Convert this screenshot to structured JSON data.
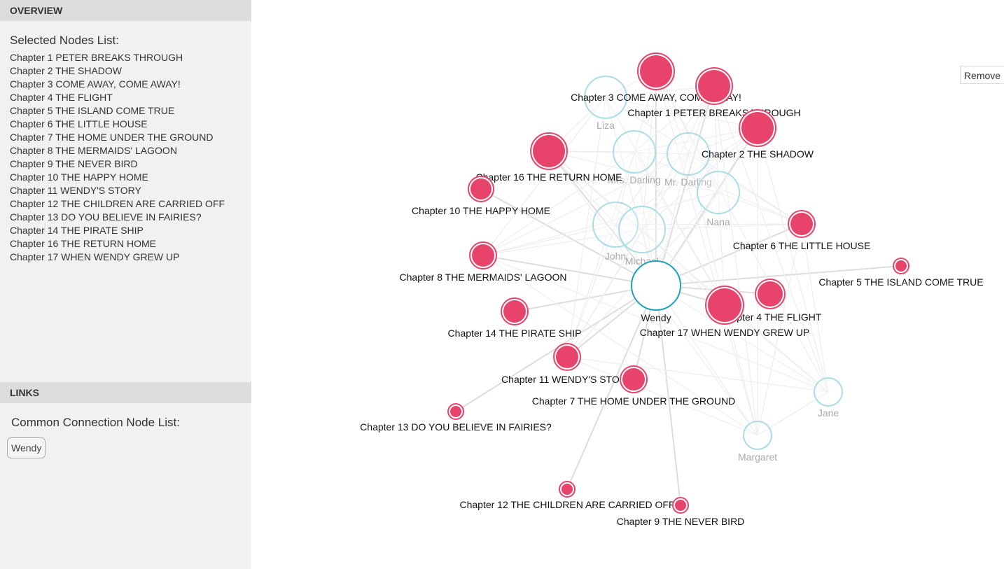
{
  "sidebar": {
    "overview_header": "OVERVIEW",
    "selected_title": "Selected Nodes List:",
    "selected_nodes": [
      "Chapter 1 PETER BREAKS THROUGH",
      "Chapter 2 THE SHADOW",
      "Chapter 3 COME AWAY, COME AWAY!",
      "Chapter 4 THE FLIGHT",
      "Chapter 5 THE ISLAND COME TRUE",
      "Chapter 6 THE LITTLE HOUSE",
      "Chapter 7 THE HOME UNDER THE GROUND",
      "Chapter 8 THE MERMAIDS' LAGOON",
      "Chapter 9 THE NEVER BIRD",
      "Chapter 10 THE HAPPY HOME",
      "Chapter 11 WENDY'S STORY",
      "Chapter 12 THE CHILDREN ARE CARRIED OFF",
      "Chapter 13 DO YOU BELIEVE IN FAIRIES?",
      "Chapter 14 THE PIRATE SHIP",
      "Chapter 16 THE RETURN HOME",
      "Chapter 17 WHEN WENDY GREW UP"
    ],
    "links_header": "LINKS",
    "common_title": "Common Connection Node List:",
    "common_nodes": [
      "Wendy"
    ]
  },
  "remove_button": "Remove",
  "colors": {
    "chapter_fill": "#e8436a",
    "character_stroke": "#a8dde8",
    "focus_stroke": "#1ea2bd",
    "edge": "#dddddd"
  },
  "graph": {
    "chapters": [
      "Chapter 3 COME AWAY, COME AWAY!",
      "Chapter 1 PETER BREAKS THROUGH",
      "Chapter 2 THE SHADOW",
      "Chapter 16 THE RETURN HOME",
      "Chapter 10 THE HAPPY HOME",
      "Chapter 6 THE LITTLE HOUSE",
      "Chapter 5 THE ISLAND COME TRUE",
      "Chapter 8 THE MERMAIDS' LAGOON",
      "Chapter 4 THE FLIGHT",
      "Chapter 17 WHEN WENDY GREW UP",
      "Chapter 14 THE PIRATE SHIP",
      "Chapter 11 WENDY'S STORY",
      "Chapter 7 THE HOME UNDER THE GROUND",
      "Chapter 13 DO YOU BELIEVE IN FAIRIES?",
      "Chapter 12 THE CHILDREN ARE CARRIED OFF",
      "Chapter 9 THE NEVER BIRD"
    ],
    "characters": [
      "Liza",
      "Mrs. Darling",
      "Mr. Darling",
      "Nana",
      "John",
      "Michael",
      "Jane",
      "Margaret"
    ],
    "focus": "Wendy"
  }
}
